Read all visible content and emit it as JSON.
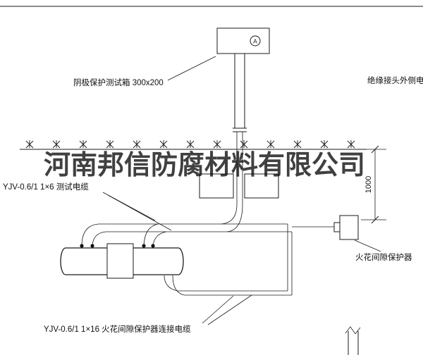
{
  "drawing": {
    "watermark": "河南邦信防腐材料有限公司",
    "ammeter_symbol": "A",
    "labels": {
      "test_box": "阴极保护测试箱 300x200",
      "outer_cable": "绝缘接头外侧电缆",
      "test_cable": "YJV-0.6/1 1×6  测试电缆",
      "spark_gap": "火花间隙保护器",
      "connect_cable": "YJV-0.6/1 1×16  火花间隙保护器连接电缆",
      "dim_1000": "1000"
    },
    "colors": {
      "line": "#1a1a1a",
      "watermark": "#1c1c1c",
      "background": "#ffffff"
    }
  }
}
